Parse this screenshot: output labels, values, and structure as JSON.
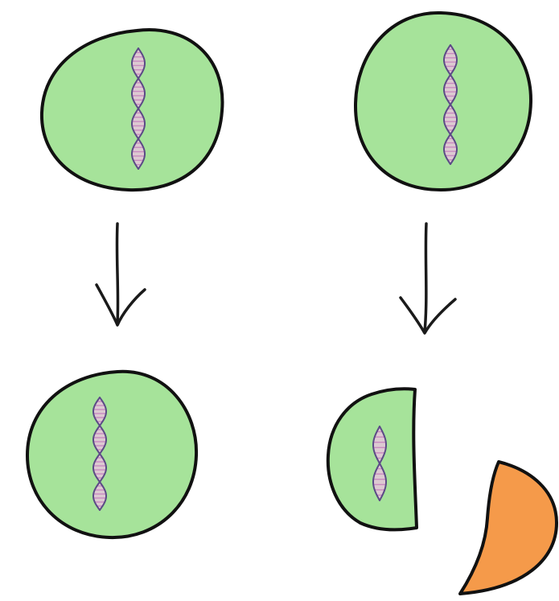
{
  "colors": {
    "cell_fill": "#a6e39a",
    "removed_fragment_fill": "#f59a4a",
    "outline": "#111111",
    "dna_strand": "#5b4a86",
    "dna_rungs": "#c98bc0",
    "background": "#ffffff"
  },
  "icons": {
    "dna": "dna-helix-icon",
    "arrow": "arrow-down-icon"
  },
  "panels": {
    "left_before": {
      "shape": "whole-cell",
      "dna_turns": 4
    },
    "left_after": {
      "shape": "whole-cell",
      "dna_turns": 4
    },
    "right_before": {
      "shape": "whole-cell",
      "dna_turns": 4
    },
    "right_after": {
      "shape": "cut-cell",
      "dna_turns": 2
    },
    "removed_piece": {
      "shape": "removed-fragment"
    }
  }
}
